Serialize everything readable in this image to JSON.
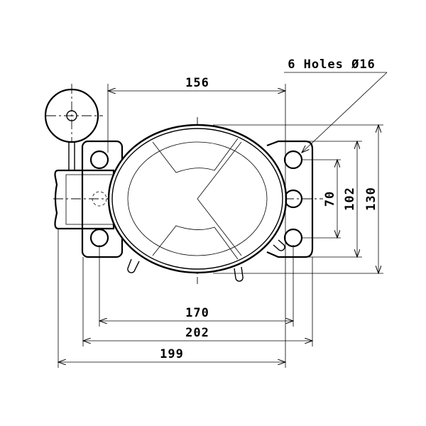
{
  "title": "Compressor mounting dimensions",
  "callout": "6 Holes Ø16",
  "dimensions": {
    "top_width": "156",
    "hole_pitch_vertical": "70",
    "mount_height": "102",
    "body_height": "130",
    "hole_pitch_horizontal": "170",
    "mount_width": "202",
    "overall_width": "199"
  }
}
